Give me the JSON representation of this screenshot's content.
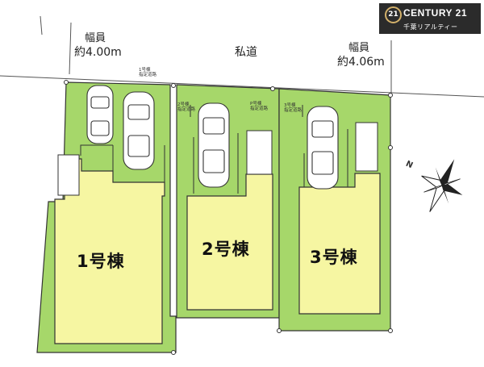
{
  "logo": {
    "mark": "21",
    "brand": "CENTURY 21",
    "sub": "千葉リアルティー"
  },
  "roads": {
    "left_width_label": "幅員",
    "left_width_value": "約4.00m",
    "private_road": "私道",
    "right_width_label": "幅員",
    "right_width_value": "約4.06m"
  },
  "houses": [
    {
      "label": "1号棟",
      "tag_line1": "1号棟",
      "tag_line2": "指定道路"
    },
    {
      "label": "2号棟",
      "tag_line1": "2号棟",
      "tag_line2": "指定道路"
    },
    {
      "label": "3号棟",
      "tag_line1": "3号棟",
      "tag_line2": "指定道路"
    }
  ],
  "notes": {
    "p_mark_line1": "P号棟",
    "p_mark_line2": "指定道路"
  },
  "compass": {
    "north_label": "N"
  },
  "colors": {
    "lot_green": "#a6d76a",
    "building_yellow": "#f6f6a2",
    "outline": "#333333"
  }
}
